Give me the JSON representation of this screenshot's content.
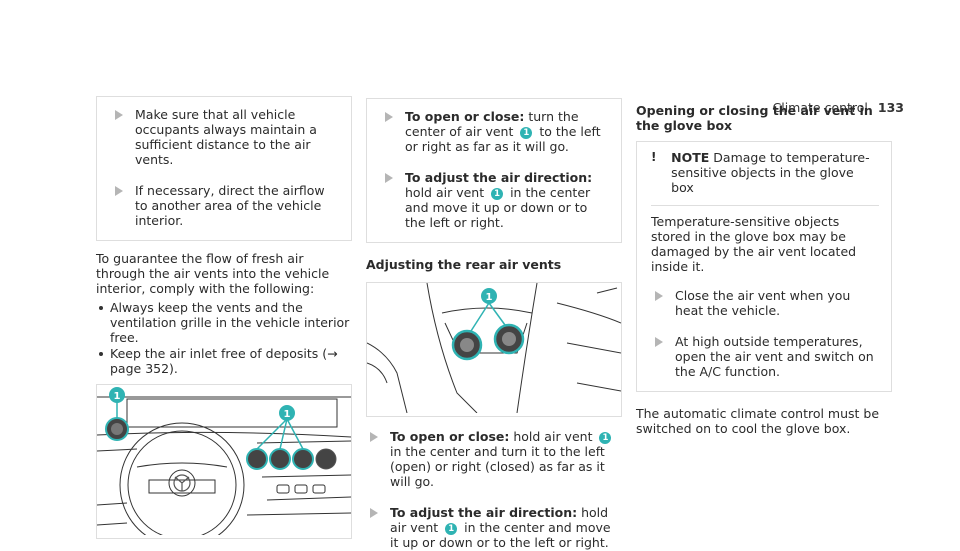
{
  "header": {
    "section": "Climate control",
    "page": "133"
  },
  "col1": {
    "steps": [
      "Make sure that all vehicle occupants always maintain a sufficient distance to the air vents.",
      "If necessary, direct the airflow to another area of the vehicle interior."
    ],
    "intro": "To guarantee the flow of fresh air through the air vents into the vehicle interior, comply with the following:",
    "bullets": [
      "Always keep the vents and the ventilation grille in the vehicle interior free.",
      "Keep the air inlet free of deposits (→ page 352)."
    ],
    "figure_callouts": [
      "1",
      "1"
    ]
  },
  "col2": {
    "step1": {
      "label": "To open or close:",
      "before": "turn the center of air vent",
      "callout": "1",
      "after": "to the left or right as far as it will go."
    },
    "step2": {
      "label": "To adjust the air direction:",
      "before": "hold air vent",
      "callout": "1",
      "after": "in the center and move it up or down or to the left or right."
    },
    "heading": "Adjusting the rear air vents",
    "figure_callouts": [
      "1"
    ],
    "step3": {
      "label": "To open or close:",
      "before": "hold air vent",
      "callout": "1",
      "after": "in the center and turn it to the left (open) or right (closed) as far as it will go."
    },
    "step4": {
      "label": "To adjust the air direction:",
      "before": "hold air vent",
      "callout": "1",
      "after": "in the center and move it up or down or to the left or right."
    }
  },
  "col3": {
    "heading": "Opening or closing the air vent in the glove box",
    "note": {
      "icon": "!",
      "label": "NOTE",
      "title": "Damage to temperature-sensitive objects in the glove box",
      "body": "Temperature-sensitive objects stored in the glove box may be damaged by the air vent located inside it.",
      "steps": [
        "Close the air vent when you heat the vehicle.",
        "At high outside temperatures, open the air vent and switch on the A/C function."
      ]
    },
    "footer": "The automatic climate control must be switched on to cool the glove box."
  }
}
